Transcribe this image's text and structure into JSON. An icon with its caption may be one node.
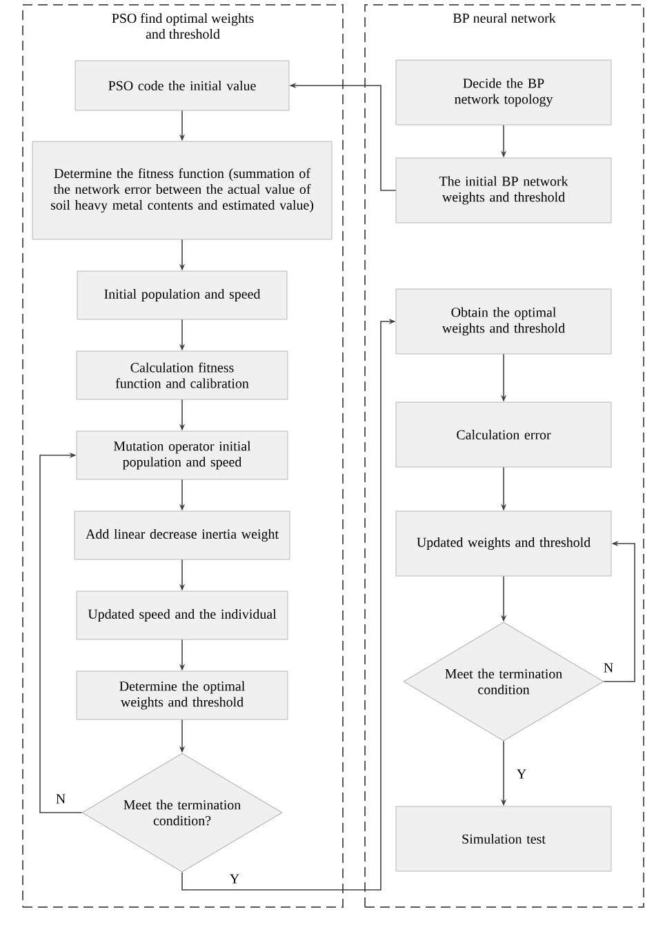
{
  "diagram": {
    "nodes": [
      {
        "text": [
          "PSO find optimal weights and threshold"
        ]
      },
      {
        "text": [
          "BP neural network"
        ]
      },
      {
        "text": [
          "PSO code the initial value"
        ],
        "in": 0
      },
      {
        "text": [
          "Determine the fitness function (summation of the network error between the actual value of soil heavy metal contents and estimated value)"
        ],
        "in": 0
      },
      {
        "text": [
          "Initial population and speed"
        ],
        "in": 0
      },
      {
        "text": [
          "Calculation fitness function and calibration"
        ],
        "in": 0
      },
      {
        "text": [
          "Mutation operator initial population and speed"
        ],
        "in": 0
      },
      {
        "text": [
          "Add linear decrease inertia weight"
        ],
        "in": 0
      },
      {
        "text": [
          "Updated speed and the individual"
        ],
        "in": 0
      },
      {
        "text": [
          "Determine the optimal weights and threshold"
        ],
        "in": 0
      },
      {
        "text": [
          "Meet the termination condition?"
        ],
        "in": 0
      },
      {
        "text": [
          "Decide the BP network topology"
        ],
        "in": 1
      },
      {
        "text": [
          "The initial BP network weights and threshold"
        ],
        "in": 1
      },
      {
        "text": [
          "Obtain the optimal weights and threshold"
        ],
        "in": 1
      },
      {
        "text": [
          "Calculation error"
        ],
        "in": 1
      },
      {
        "text": [
          "Updated weights and threshold"
        ],
        "in": 1
      },
      {
        "text": [
          "Meet the termination condition"
        ],
        "in": 1
      },
      {
        "text": [
          "Simulation test"
        ],
        "in": 1
      }
    ],
    "edges": [
      {
        "from": 2,
        "to": 3,
        "arrow": "to"
      },
      {
        "from": 3,
        "to": 4,
        "arrow": "to"
      },
      {
        "from": 4,
        "to": 5,
        "arrow": "to"
      },
      {
        "from": 5,
        "to": 6,
        "arrow": "to"
      },
      {
        "from": 6,
        "to": 7,
        "arrow": "to"
      },
      {
        "from": 7,
        "to": 8,
        "arrow": "to"
      },
      {
        "from": 8,
        "to": 9,
        "arrow": "to"
      },
      {
        "from": 9,
        "to": 10,
        "arrow": "to"
      },
      {
        "from": 10,
        "to": 6,
        "arrow": "to",
        "label": "N"
      },
      {
        "from": 10,
        "to": 13,
        "arrow": "to",
        "label": "Y"
      },
      {
        "from": 11,
        "to": 12,
        "arrow": "to"
      },
      {
        "from": 12,
        "to": 2,
        "arrow": "to"
      },
      {
        "from": 13,
        "to": 14,
        "arrow": "to"
      },
      {
        "from": 14,
        "to": 15,
        "arrow": "to"
      },
      {
        "from": 15,
        "to": 16,
        "arrow": "to"
      },
      {
        "from": 16,
        "to": 15,
        "arrow": "to",
        "label": "N"
      },
      {
        "from": 16,
        "to": 17,
        "arrow": "to",
        "label": "Y"
      }
    ]
  }
}
